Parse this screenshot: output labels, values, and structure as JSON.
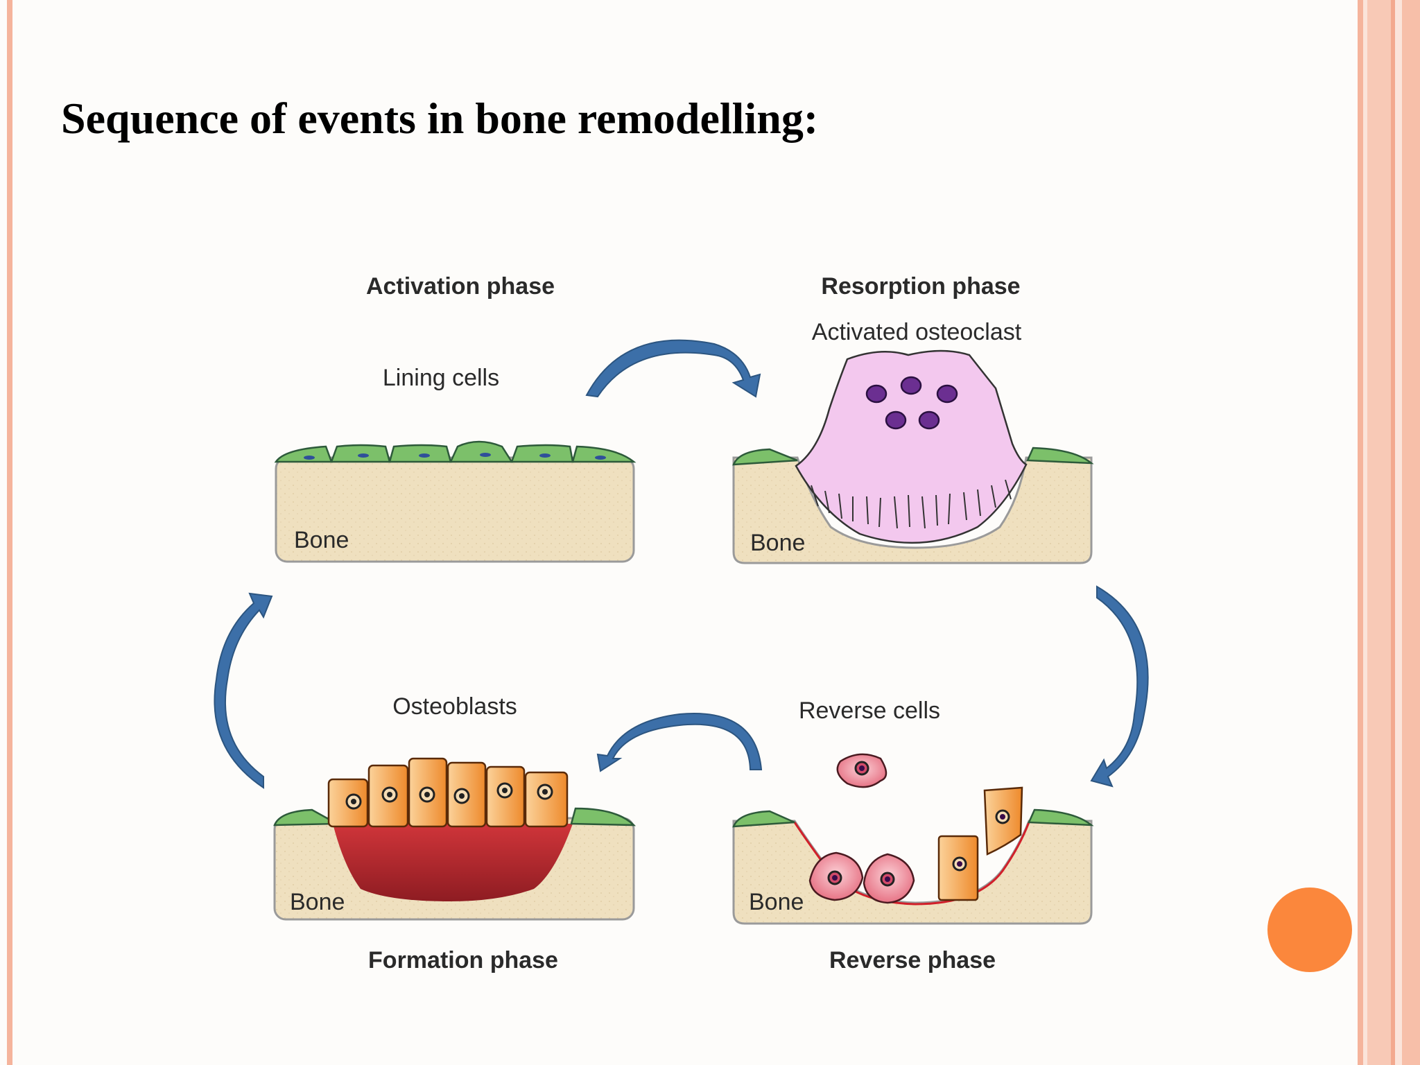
{
  "title": "Sequence of events in bone remodelling:",
  "diagram": {
    "phases": {
      "activation": "Activation phase",
      "resorption": "Resorption phase",
      "reverse": "Reverse phase",
      "formation": "Formation phase"
    },
    "labels": {
      "lining_cells": "Lining cells",
      "activated_osteoclast": "Activated osteoclast",
      "reverse_cells": "Reverse cells",
      "osteoblasts": "Osteoblasts",
      "bone": "Bone"
    }
  },
  "colors": {
    "frame_accent": "#f5b49c",
    "arrow": "#3c6fa8",
    "bone_fill": "#efe0bf",
    "lining_cell": "#7cc06a",
    "osteoclast": "#f3c8ee",
    "osteoclast_nucleus": "#6b2f91",
    "osteoblast": "#f39c3c",
    "reverse_cell": "#f08a9a",
    "new_bone": "#b8282e",
    "deco_circle": "#fb873c"
  }
}
